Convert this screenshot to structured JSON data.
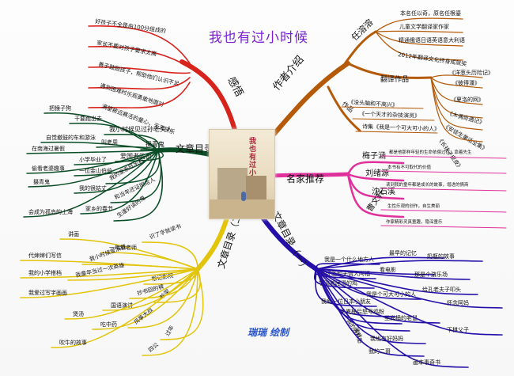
{
  "title": "我也有过小时候",
  "signature": "瑞瑞 绘制",
  "cover": {
    "title": "我也有过小时候"
  },
  "branches": {
    "feelings": {
      "label": "感悟",
      "items": [
        "好孩子不全是由100分组成的",
        "家长不要对孩子要求太高",
        "善于鼓励孩子，帮助他们认识不足",
        "遇到困难时乐观勇敢地面对",
        "满望被远赛活的童心，天天快乐"
      ]
    },
    "author": {
      "label": "作者介绍",
      "sub": {
        "name": {
          "label": "任溶溶",
          "items": [
            "本名任以奇，原名任根鎏",
            "儿童文学翻译家作家",
            "精通俄语日语英语意大利语",
            "2012年翻译文化终身成就奖"
          ]
        },
        "translations": {
          "label": "翻译作品",
          "items": [
            "《洋葱头历险记》",
            "《彼得潘》",
            "《夏洛的网》",
            "《木偶奇遇记》",
            "《安徒生童话全集》",
            "《长袜子皮皮》"
          ]
        },
        "works": {
          "label": "作品",
          "items": [
            "《没头脑和不高兴》",
            "《一个天才的杂技演员》",
            "诗集《我是一个可大可小的人》"
          ]
        }
      }
    },
    "recommend": {
      "label": "名家推荐",
      "people": [
        "梅子涵",
        "刘绪源",
        "沈石溪",
        "曹文轩"
      ],
      "quotes": [
        "都是他那样年轻的生命依偎过往，靠着先生",
        "本书有不可取代的价值",
        "读到我的童年都是成长的故事，增进的情商",
        "生性乐观的创作，自生美丽",
        "作家精彩灵真童趣，隐深童乐"
      ]
    },
    "toc1": {
      "label": "文章目录（一）",
      "items": [
        "我是一个什么地方人",
        "最早的记忆",
        "奶瓶的故事",
        "逃环画和无情大阿福",
        "看电影",
        "那是个游乐场",
        "学骑着睡滑的鸡",
        "我是个可大可小的人",
        "给孔老夫子叩头",
        "我和一位日本小朋友",
        "怀念阿妈",
        "坐粪桶的老鼠",
        "坐粪桶后怒号鸡粉",
        "下棋父子",
        "我的游戏",
        "我也有好妈妈",
        "读私塾",
        "我的二哥",
        "画本事奇书"
      ]
    },
    "toc2": {
      "label": "文章目录（二）",
      "items": [
        "讲画",
        "一年级老师",
        "识了字就读书",
        "代婶婶们写信",
        "我小时候爱演戏",
        "根记影院",
        "我的小学搭档",
        "我童年当过一次英雄",
        "抄书回的裤",
        "我爱过写字画画",
        "国语演讲",
        "吵架",
        "煲汤",
        "吃中药",
        "风筝大战",
        "吹牛的故事",
        "四公",
        "过年"
      ]
    },
    "toc3": {
      "label": "文章目录（三）",
      "items": [
        "把猴子狗",
        "干要跑出去",
        "我小时候见过孙老夫人",
        "自觉撤鼓的车和游泳",
        "叫老周",
        "捉青鬼",
        "在南海过暑假",
        "小学毕业了",
        "爱国者的血",
        "偷看老婆趣事",
        "一位金山伯伯",
        "我的家系旺宅村",
        "摄青鬼",
        "我的很姑丈",
        "和当年还证明给人",
        "会成为孤岛的上海",
        "家乡的春节",
        "生逢好读的鬼"
      ]
    }
  },
  "colors": {
    "feelings": "#d8221c",
    "author": "#b45a08",
    "recommend": "#e0309c",
    "toc1": "#2410a8",
    "toc2": "#e2c409",
    "toc3": "#0a4d26",
    "title": "#7a1fd6",
    "signature": "#2b55c8"
  }
}
